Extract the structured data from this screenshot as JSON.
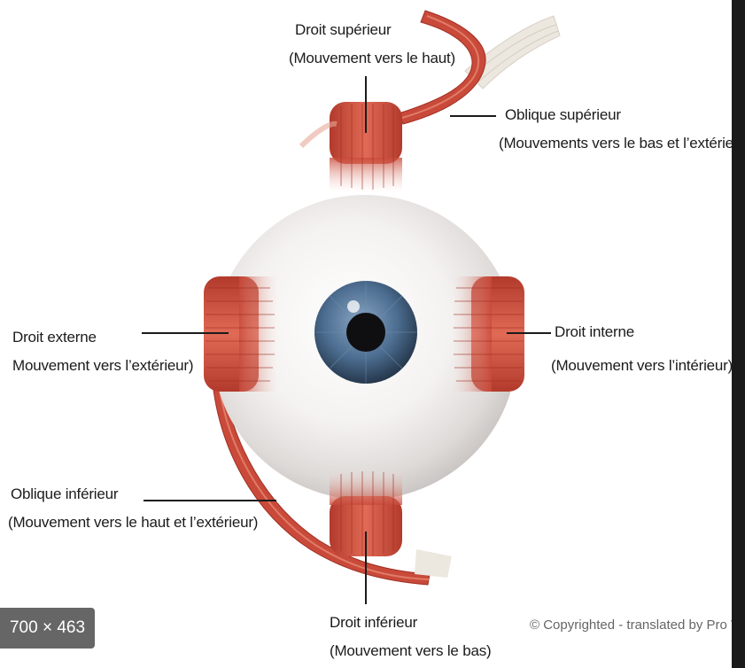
{
  "labels": {
    "superior_rectus": {
      "title": "Droit supérieur",
      "desc": "(Mouvement vers le haut)"
    },
    "superior_oblique": {
      "title": "Oblique supérieur",
      "desc": "(Mouvements vers le bas et l’extérieu"
    },
    "lateral_rectus": {
      "title": "Droit externe",
      "desc": "Mouvement vers l’extérieur)"
    },
    "medial_rectus": {
      "title": "Droit interne",
      "desc": "(Mouvement vers l’intérieur)"
    },
    "inferior_oblique": {
      "title": "Oblique inférieur",
      "desc": "(Mouvement vers le haut et l’extérieur)"
    },
    "inferior_rectus": {
      "title": "Droit inférieur",
      "desc": "(Mouvement vers le bas)"
    }
  },
  "image_size_badge": "700 × 463",
  "copyright": "© Copyrighted - translated by Pro Vis",
  "colors": {
    "muscle": "#c94a3a",
    "sclera": "#efeceb",
    "iris": "#4f6d8c",
    "pupil": "#111111",
    "tendon": "#e9e4dc"
  }
}
